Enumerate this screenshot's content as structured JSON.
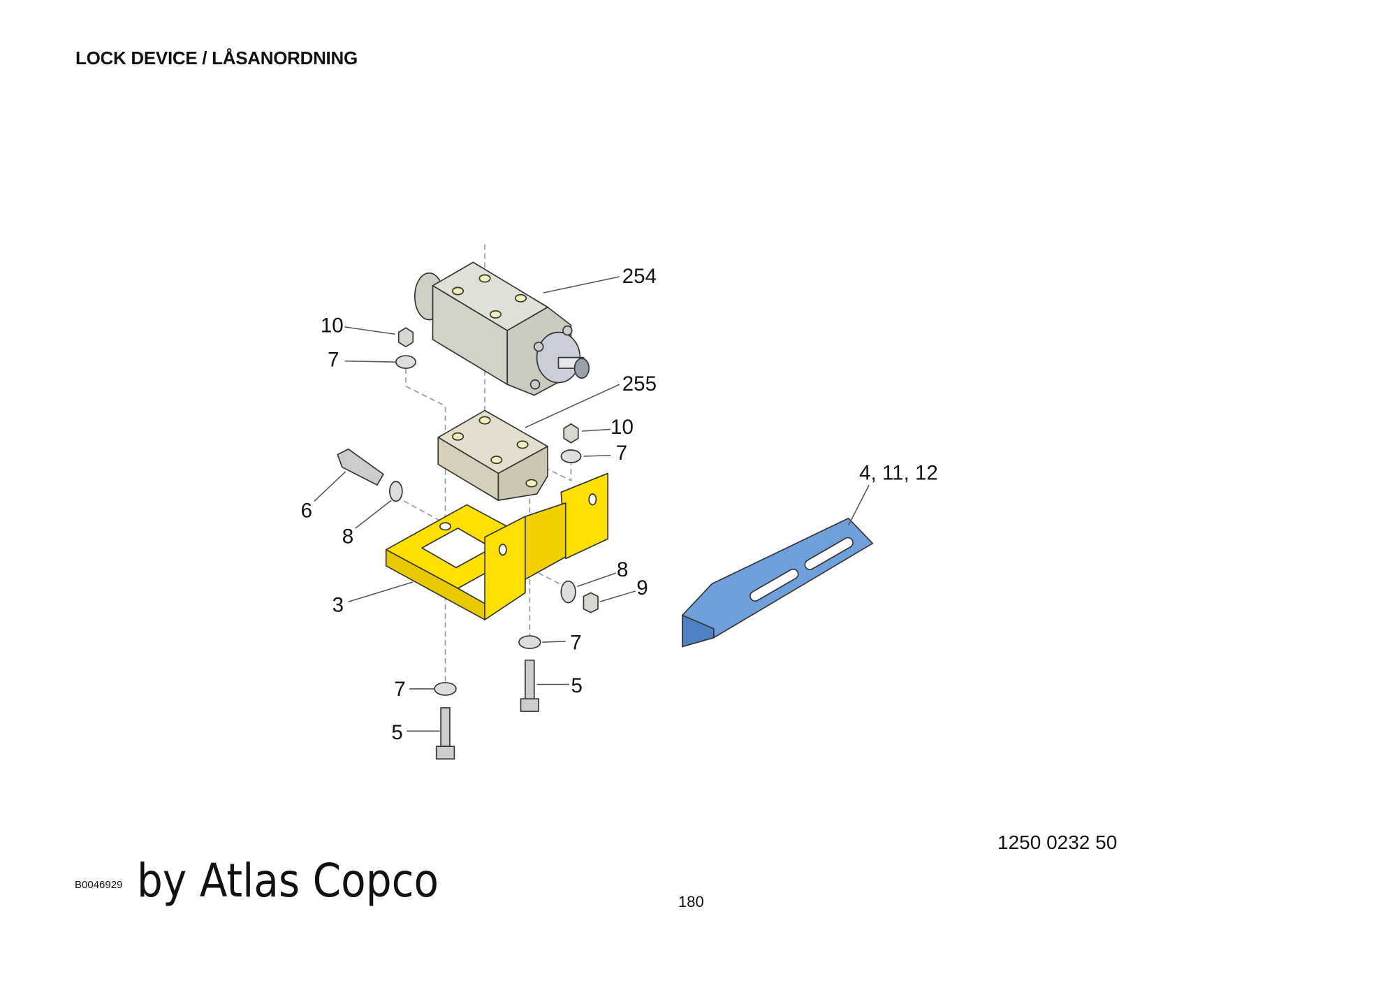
{
  "header": {
    "title": "LOCK DEVICE / LÅSANORDNING"
  },
  "footer": {
    "part_number": "1250 0232 50",
    "image_id": "B0046929",
    "watermark": "by Atlas Copco",
    "page_number": "180"
  },
  "diagram": {
    "callouts": {
      "valve": "254",
      "valve_plate": "255",
      "nut_left": "10",
      "washer_left": "7",
      "nut_right": "10",
      "washer_right": "7",
      "plate_kit": "4, 11, 12",
      "bolt_side": "6",
      "washer_side": "8",
      "washer_flange": "8",
      "nut_flange": "9",
      "bracket": "3",
      "washer_bottom_right": "7",
      "bolt_bottom_right": "5",
      "washer_bottom_left": "7",
      "bolt_bottom_left": "5"
    },
    "colors": {
      "bracket": "#ffe000",
      "plate": "#6fa0dc",
      "valve": "#d6d6cc",
      "block": "#d9d3bf"
    }
  }
}
